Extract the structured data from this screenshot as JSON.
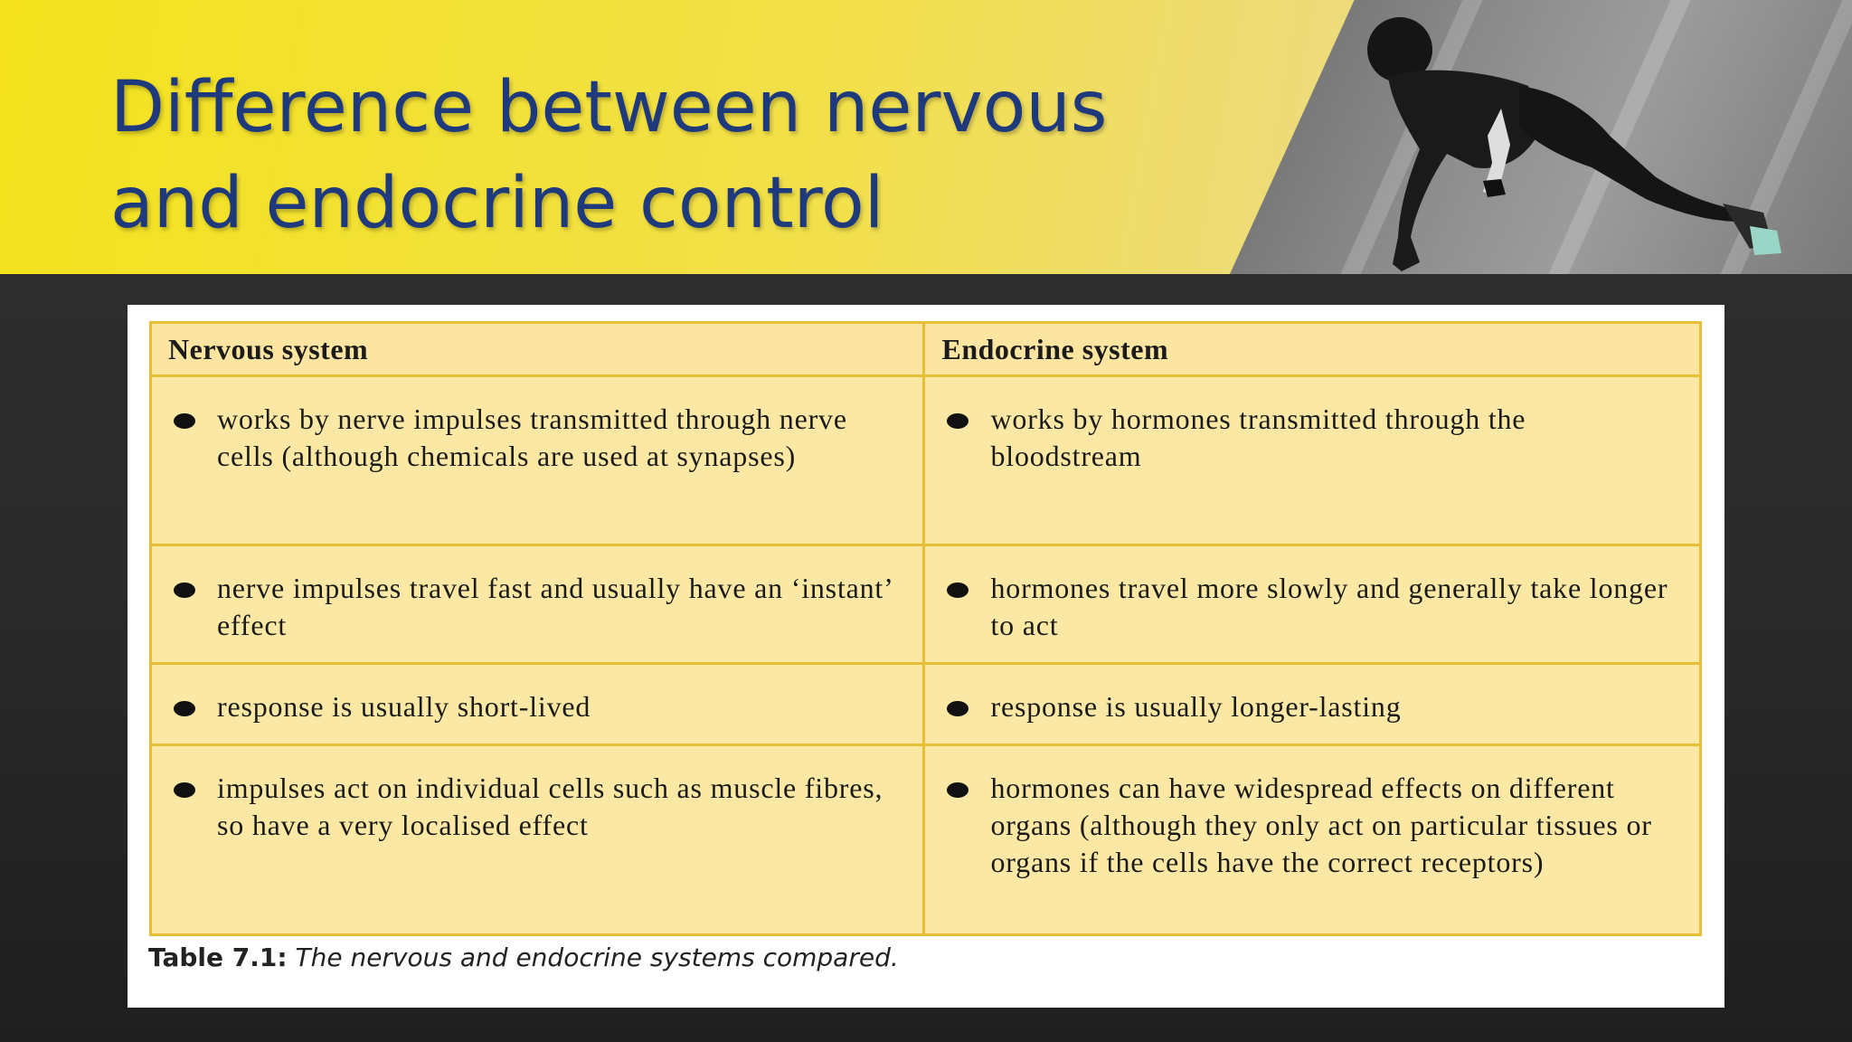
{
  "title": "Difference between nervous and endocrine control",
  "table": {
    "headers": [
      "Nervous system",
      "Endocrine system"
    ],
    "rows": [
      [
        "works by nerve impulses transmitted through nerve cells (although chemicals are used at synapses)",
        "works by hormones transmitted through the bloodstream"
      ],
      [
        "nerve impulses travel fast and usually have an ‘instant’ effect",
        "hormones travel more slowly and generally take longer to act"
      ],
      [
        "response is usually short-lived",
        "response is usually longer-lasting"
      ],
      [
        "impulses act on individual cells such as muscle fibres, so have a very localised effect",
        "hormones can have widespread effects on different organs (although they only act on particular tissues or organs if the cells have the correct receptors)"
      ]
    ]
  },
  "caption": {
    "label": "Table 7.1:",
    "text": "The nervous and endocrine systems compared."
  },
  "colors": {
    "title": "#1f3a7c",
    "banner": "#f3e21c",
    "table_fill": "#fbe8a4",
    "table_border": "#e6bf36"
  }
}
